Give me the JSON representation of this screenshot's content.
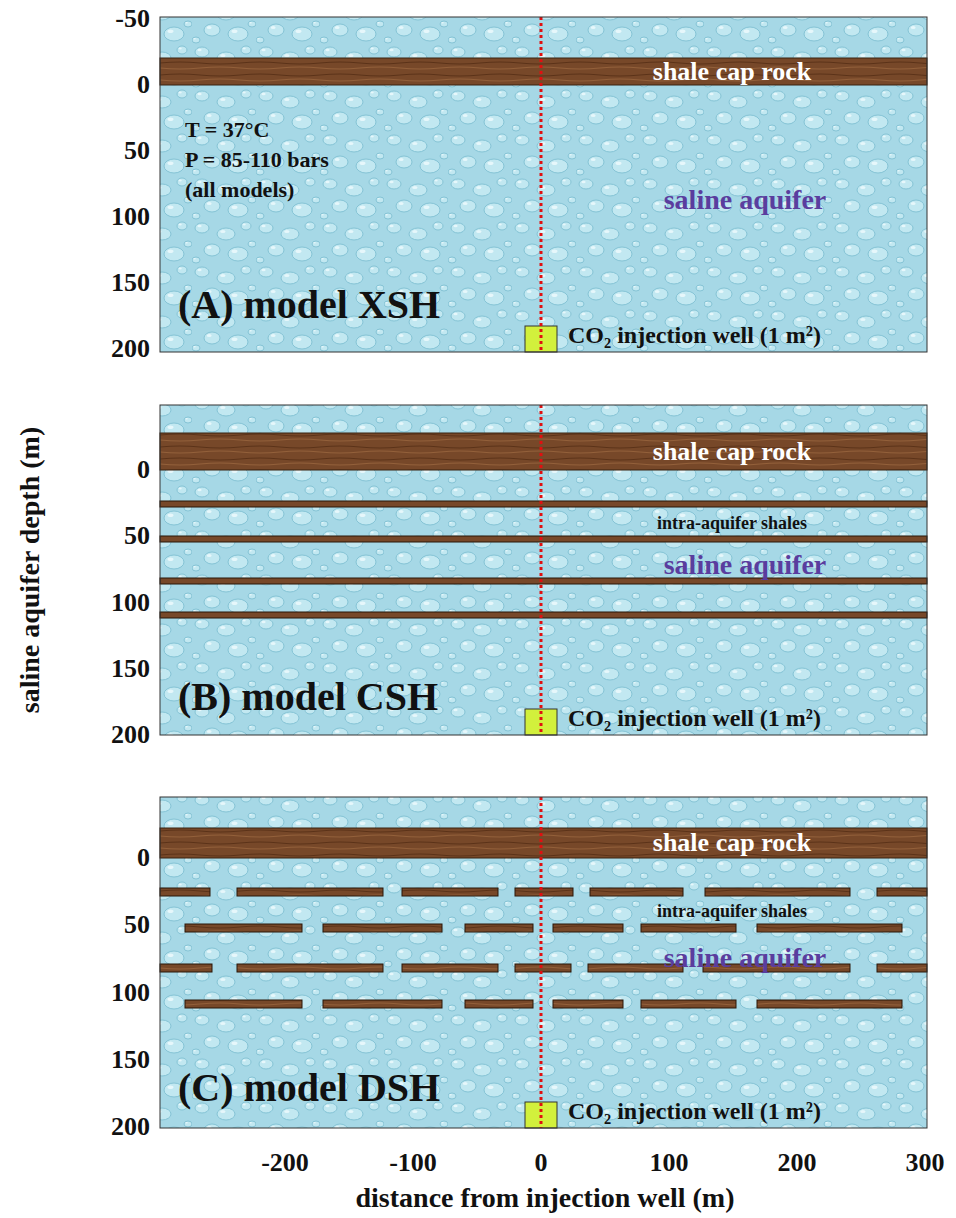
{
  "diagram": {
    "nodes": [
      {
        "text": [
          "T = 37°C P = 85-110 bars (all models)",
          "saline aquifer",
          "(A) model XSH"
        ]
      },
      {
        "text": [
          "shale cap rock"
        ],
        "in": 0
      },
      {
        "text": [
          "CO₂ injection well (1 m²)"
        ],
        "in": 0
      },
      {
        "text": [
          "intra-aquifer shales",
          "saline aquifer",
          "(B) model CSH"
        ]
      },
      {
        "text": [
          "shale cap rock"
        ],
        "in": 3
      },
      {
        "text": [
          "CO₂ injection well (1 m²)"
        ],
        "in": 3
      },
      {
        "text": [
          "intra-aquifer shales",
          "saline aquifer",
          "(C) model DSH"
        ]
      },
      {
        "text": [
          "shale cap rock"
        ],
        "in": 6
      },
      {
        "text": [
          "CO₂ injection well (1 m²)"
        ],
        "in": 6
      }
    ],
    "labels": [
      "-50",
      "0",
      "50",
      "100",
      "150",
      "200",
      "0",
      "50",
      "100",
      "150",
      "200",
      "0",
      "50",
      "100",
      "150",
      "200",
      "saline aquifer depth (m)",
      "-200",
      "-100",
      "0",
      "100",
      "200",
      "300",
      "distance from injection well (m)"
    ]
  }
}
